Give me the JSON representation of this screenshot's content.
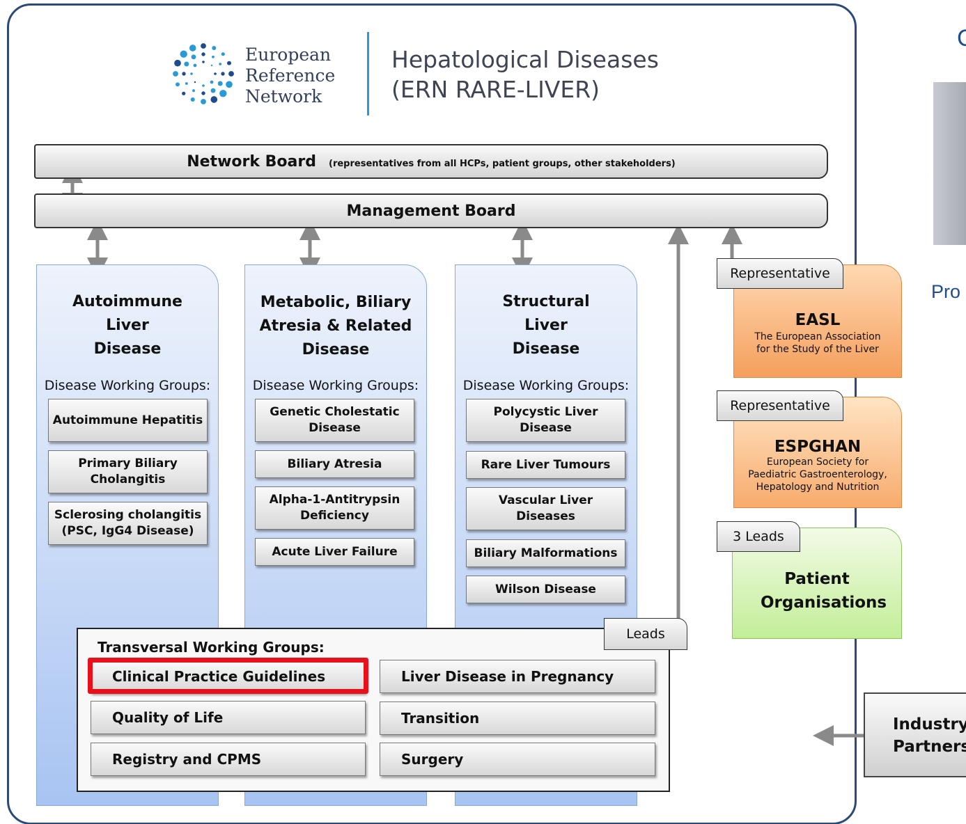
{
  "logo": {
    "lines": [
      "European",
      "Reference",
      "Network"
    ]
  },
  "network": {
    "title_line1": "Hepatological Diseases",
    "title_line2": "(ERN RARE-LIVER)"
  },
  "boards": {
    "network_board": {
      "title": "Network Board",
      "subtitle": "(representatives from all HCPs, patient groups, other stakeholders)"
    },
    "management_board": {
      "title": "Management Board"
    }
  },
  "columns": [
    {
      "title": "Autoimmune Liver Disease",
      "dwg_label": "Disease Working Groups:",
      "groups": [
        "Autoimmune Hepatitis",
        "Primary Biliary Cholangitis",
        "Sclerosing cholangitis (PSC, IgG4 Disease)"
      ]
    },
    {
      "title": "Metabolic, Biliary Atresia & Related Disease",
      "dwg_label": "Disease Working Groups:",
      "groups": [
        "Genetic Cholestatic Disease",
        "Biliary Atresia",
        "Alpha-1-Antitrypsin Deficiency",
        "Acute Liver Failure"
      ]
    },
    {
      "title": "Structural Liver Disease",
      "dwg_label": "Disease Working Groups:",
      "groups": [
        "Polycystic Liver Disease",
        "Rare Liver Tumours",
        "Vascular Liver Diseases",
        "Biliary Malformations",
        "Wilson Disease"
      ]
    }
  ],
  "transversal": {
    "label": "Transversal Working Groups:",
    "leads_tag": "Leads",
    "groups": [
      "Clinical Practice Guidelines",
      "Liver Disease in Pregnancy",
      "Quality of Life",
      "Transition",
      "Registry and CPMS",
      "Surgery"
    ],
    "highlighted": "Clinical Practice Guidelines"
  },
  "partners": {
    "easl": {
      "tag": "Representative",
      "name": "EASL",
      "desc": "The European Association for the Study of the Liver"
    },
    "espghan": {
      "tag": "Representative",
      "name": "ESPGHAN",
      "desc": "European Society for Paediatric Gastroenterology, Hepatology and Nutrition"
    },
    "patients": {
      "tag": "3 Leads",
      "name": "Patient Organisations"
    },
    "industry": {
      "line1": "Industry",
      "line2": "Partners"
    }
  },
  "background": {
    "stray_c": "C",
    "stray_pro": "Pro"
  },
  "colors": {
    "frame": "#2b4a78",
    "highlight": "#e8101a",
    "column_blue": "#a8c4f2",
    "easl_orange": "#f6a76a",
    "patient_green": "#c9f0a8"
  }
}
